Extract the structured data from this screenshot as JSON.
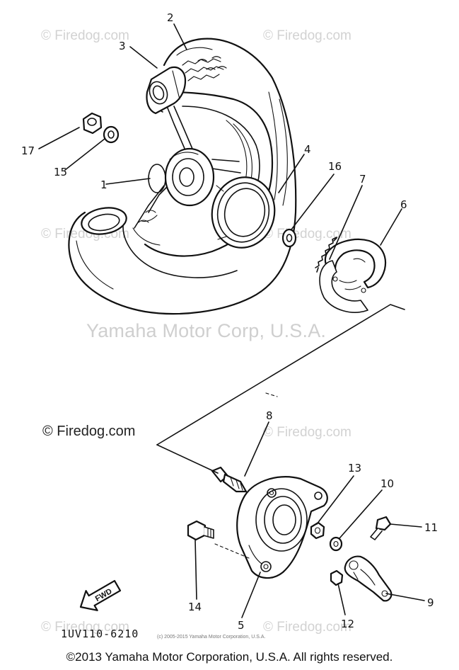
{
  "watermarks": {
    "firedog": "© Firedog.com",
    "yamaha": "Yamaha Motor Corp, U.S.A.",
    "fwd_arrow": "FWD"
  },
  "diagram_code": "1UV110-6210",
  "fine_print": "(c) 2005-2015 Yamaha Motor Corporation, U.S.A.",
  "footer": "©2013 Yamaha Motor Corporation, U.S.A. All rights reserved.",
  "callouts": {
    "c1": "1",
    "c2": "2",
    "c3": "3",
    "c4": "4",
    "c5": "5",
    "c6": "6",
    "c7": "7",
    "c8": "8",
    "c9": "9",
    "c10": "10",
    "c11": "11",
    "c12": "12",
    "c13": "13",
    "c14": "14",
    "c15": "15",
    "c16": "16",
    "c17": "17"
  }
}
